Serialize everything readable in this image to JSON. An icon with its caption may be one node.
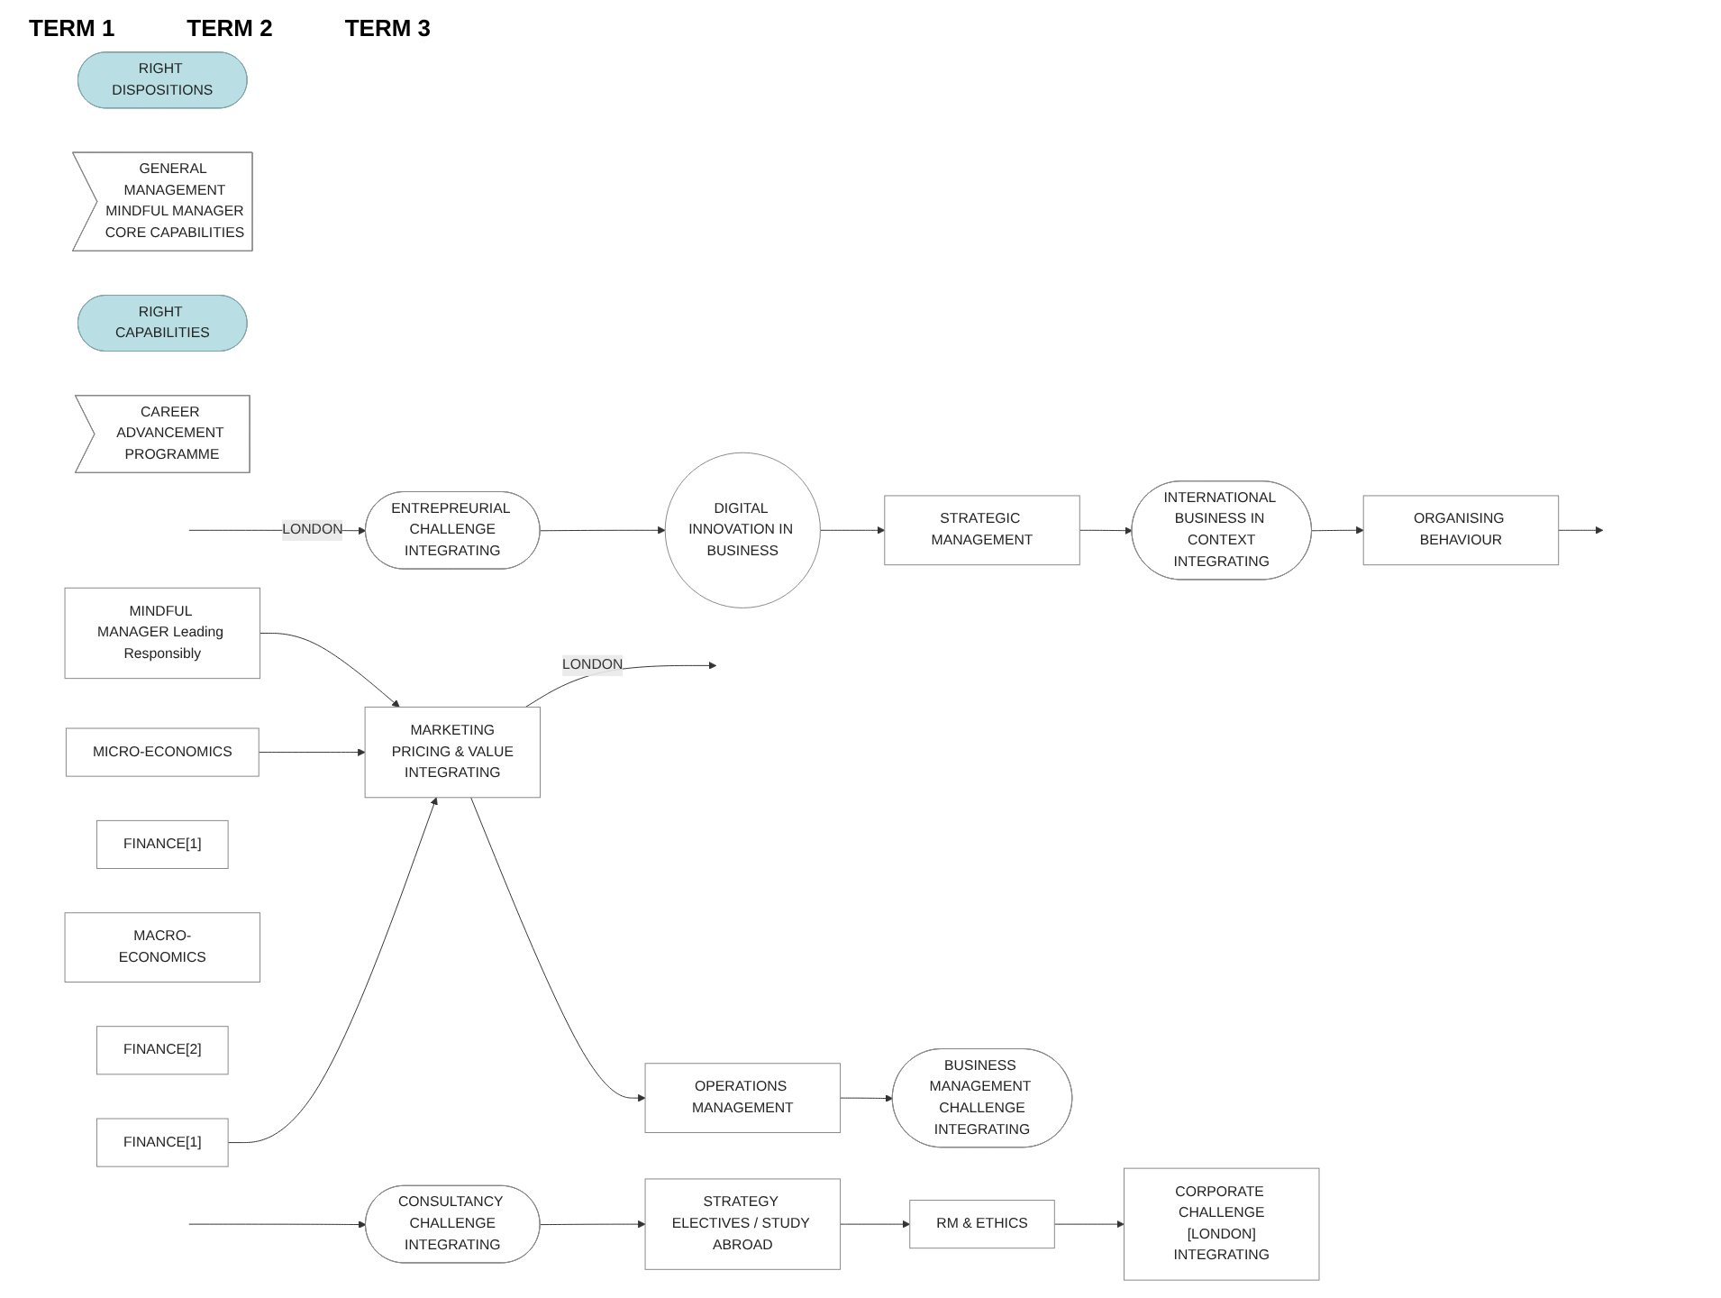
{
  "diagram": {
    "nodes": [
      {
        "text": [
          "RIGHT DISPOSITIONS"
        ]
      },
      {
        "text": [
          "GENERAL MANAGEMENT",
          "MINDFUL MANAGER",
          "CORE CAPABILITIES"
        ]
      },
      {
        "text": [
          "RIGHT CAPABILITIES"
        ]
      },
      {
        "text": [
          "CAREER ADVANCEMENT PROGRAMME"
        ]
      },
      {
        "text": [
          "MINDFUL MANAGER Leading Responsibly"
        ]
      },
      {
        "text": [
          "MICRO-ECONOMICS"
        ]
      },
      {
        "text": [
          "FINANCE[1]"
        ]
      },
      {
        "text": [
          "MARKETING",
          "PRICING & VALUE",
          "INTEGRATING"
        ]
      },
      {
        "text": [
          "FINANCE[1]"
        ]
      },
      {
        "text": [
          "OPERATIONS MANAGEMENT"
        ]
      },
      {
        "text": [
          "BUSINESS MANAGEMENT CHALLENGE",
          "INTEGRATING"
        ]
      },
      {
        "text": [
          "MACRO-ECONOMICS"
        ]
      },
      {
        "text": [
          "ENTREPREURIAL CHALLENGE",
          "INTEGRATING"
        ]
      },
      {
        "text": [
          "FINANCE[2]"
        ]
      },
      {
        "text": [
          "DIGITAL INNOVATION IN BUSINESS"
        ]
      },
      {
        "text": [
          "STRATEGIC MANAGEMENT"
        ]
      },
      {
        "text": [
          "INTERNATIONAL BUSINESS IN CONTEXT",
          "INTEGRATING"
        ]
      },
      {
        "text": [
          "ORGANISING BEHAVIOUR"
        ]
      },
      {
        "text": [
          "CONSULTANCY CHALLENGE",
          "INTEGRATING"
        ]
      },
      {
        "text": [
          "STRATEGY ELECTIVES / STUDY ABROAD"
        ]
      },
      {
        "text": [
          "RM & ETHICS"
        ]
      },
      {
        "text": [
          "CORPORATE CHALLENGE",
          "[LONDON]",
          "INTEGRATING"
        ]
      }
    ],
    "edges": [
      {
        "from": 4,
        "to": 7,
        "arrow": "to"
      },
      {
        "from": 5,
        "to": 7,
        "arrow": "to"
      },
      {
        "from": 6,
        "to": 7,
        "arrow": "to"
      },
      {
        "from": 7,
        "to": null,
        "arrow": "to",
        "label": "LONDON"
      },
      {
        "from": 7,
        "to": 9,
        "arrow": "to"
      },
      {
        "from": 9,
        "to": 10,
        "arrow": "to"
      },
      {
        "from": null,
        "to": 12,
        "arrow": "to",
        "label": "LONDON"
      },
      {
        "from": 12,
        "to": 14,
        "arrow": "to"
      },
      {
        "from": 14,
        "to": 15,
        "arrow": "to"
      },
      {
        "from": 15,
        "to": 16,
        "arrow": "to"
      },
      {
        "from": 16,
        "to": 17,
        "arrow": "to"
      },
      {
        "from": 17,
        "to": null,
        "arrow": "to"
      },
      {
        "from": null,
        "to": 18,
        "arrow": "to"
      },
      {
        "from": 18,
        "to": 19,
        "arrow": "to"
      },
      {
        "from": 19,
        "to": 20,
        "arrow": "to"
      },
      {
        "from": 20,
        "to": 21,
        "arrow": "to"
      }
    ],
    "labels": [
      "TERM 1",
      "TERM 2",
      "TERM 3"
    ]
  }
}
